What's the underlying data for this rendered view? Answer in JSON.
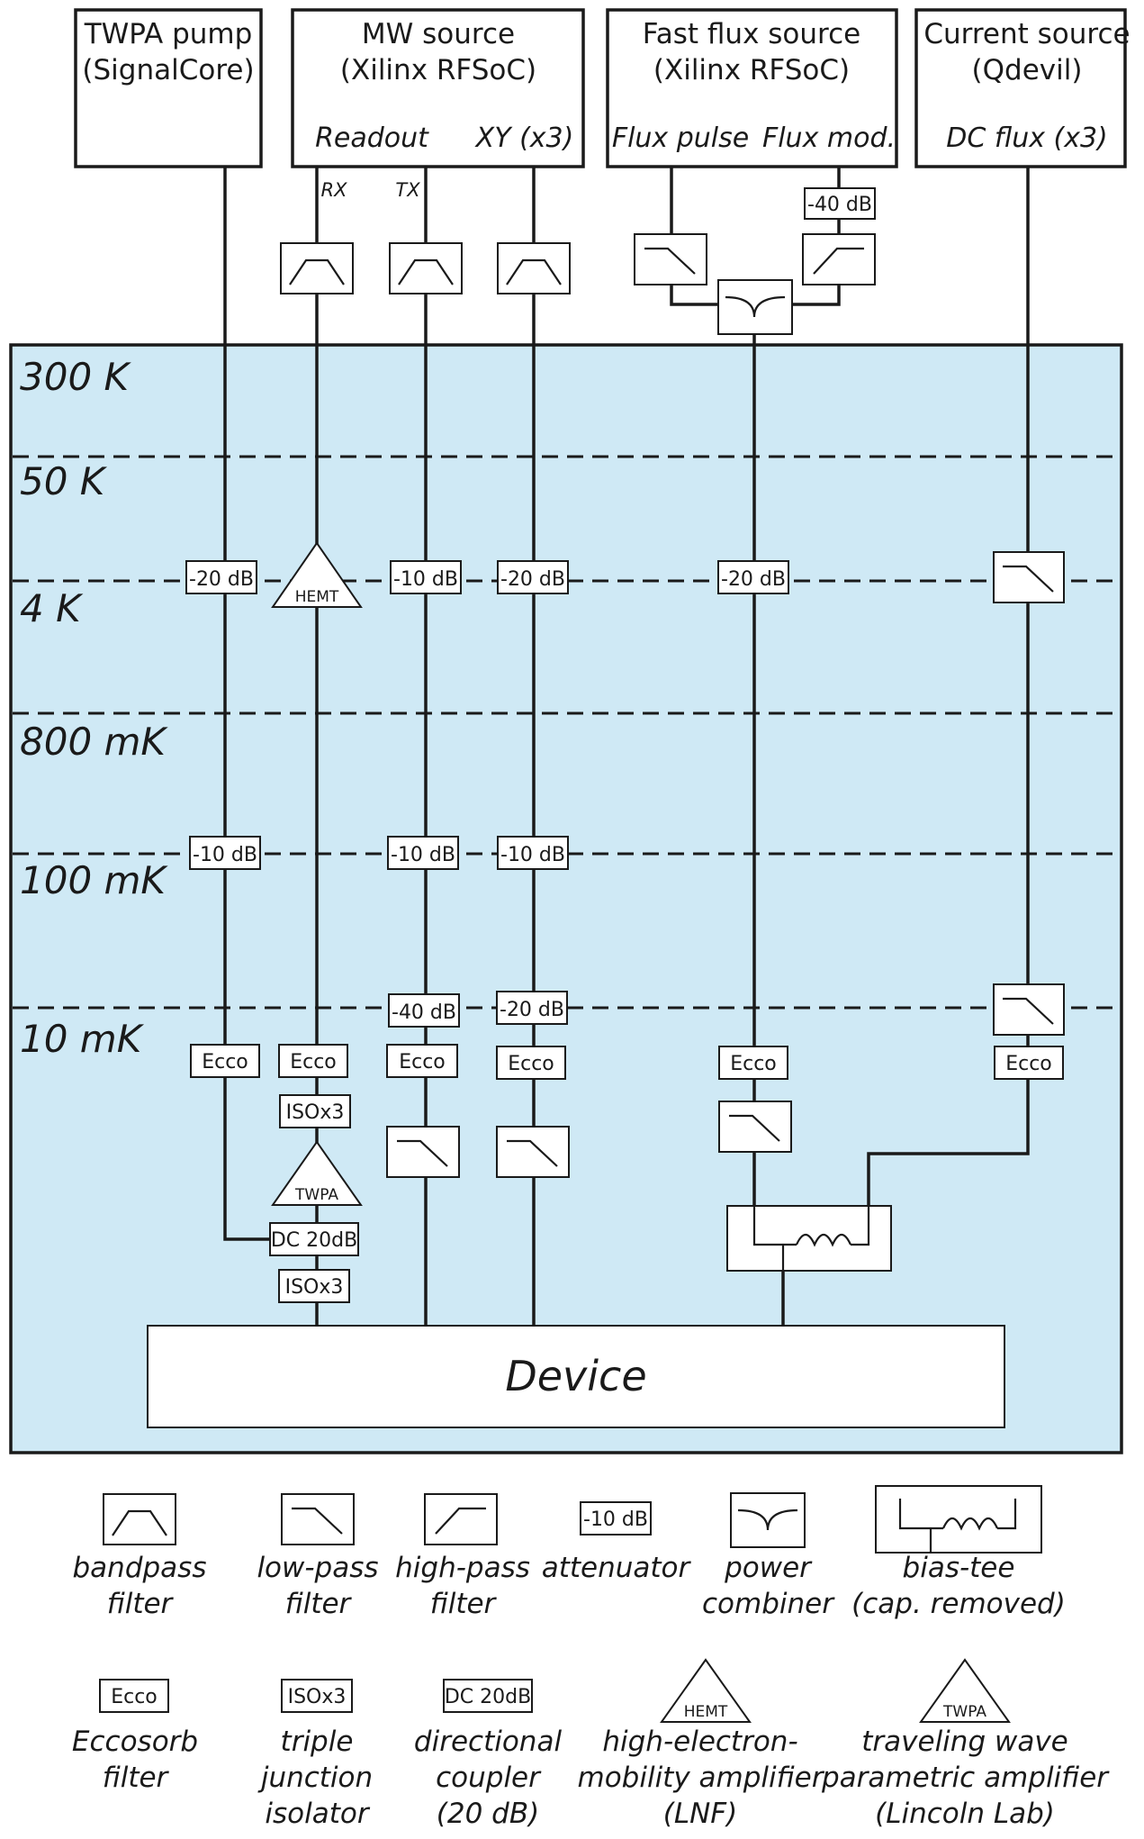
{
  "sources": [
    {
      "title1": "TWPA pump",
      "title2": "(SignalCore)",
      "sub1": "",
      "sub2": ""
    },
    {
      "title1": "MW source",
      "title2": "(Xilinx RFSoC)",
      "sub1": "Readout",
      "sub2": "XY (x3)"
    },
    {
      "title1": "Fast flux source",
      "title2": "(Xilinx RFSoC)",
      "sub1": "Flux pulse",
      "sub2": "Flux mod."
    },
    {
      "title1": "Current source",
      "title2": "(Qdevil)",
      "sub1": "DC flux (x3)",
      "sub2": ""
    }
  ],
  "io_labels": {
    "rx": "RX",
    "tx": "TX"
  },
  "flux_mod_atten": "-40 dB",
  "fridge": {
    "color": "#cfe9f5",
    "stages": [
      "300 K",
      "50 K",
      "4 K",
      "800 mK",
      "100 mK",
      "10 mK"
    ]
  },
  "components": {
    "pump_4k": "-20 dB",
    "tx_4k": "-10 dB",
    "xy_4k": "-20 dB",
    "flux_4k": "-20 dB",
    "pump_100mk": "-10 dB",
    "tx_100mk": "-10 dB",
    "xy_100mk": "-10 dB",
    "tx_10mk": "-40 dB",
    "xy_10mk": "-20 dB",
    "hemt": "HEMT",
    "twpa": "TWPA",
    "ecco": "Ecco",
    "iso": "ISOx3",
    "dc": "DC 20dB"
  },
  "device_label": "Device",
  "legend": [
    {
      "symbol": "bandpass-filter",
      "line1": "bandpass",
      "line2": "filter",
      "line3": ""
    },
    {
      "symbol": "low-pass-filter",
      "line1": "low-pass",
      "line2": "filter",
      "line3": ""
    },
    {
      "symbol": "high-pass-filter",
      "line1": "high-pass",
      "line2": "filter",
      "line3": ""
    },
    {
      "symbol": "attenuator",
      "box_text": "-10 dB",
      "line1": "attenuator",
      "line2": "",
      "line3": ""
    },
    {
      "symbol": "power-combiner",
      "line1": "power",
      "line2": "combiner",
      "line3": ""
    },
    {
      "symbol": "bias-tee",
      "line1": "bias-tee",
      "line2": "(cap. removed)",
      "line3": ""
    },
    {
      "symbol": "eccosorb-filter",
      "box_text": "Ecco",
      "line1": "Eccosorb",
      "line2": "filter",
      "line3": ""
    },
    {
      "symbol": "isolator",
      "box_text": "ISOx3",
      "line1": "triple",
      "line2": "junction",
      "line3": "isolator"
    },
    {
      "symbol": "directional-coupler",
      "box_text": "DC 20dB",
      "line1": "directional",
      "line2": "coupler",
      "line3": "(20 dB)"
    },
    {
      "symbol": "hemt-amplifier",
      "box_text": "HEMT",
      "line1": "high-electron-",
      "line2": "mobility amplifier",
      "line3": "(LNF)"
    },
    {
      "symbol": "twpa-amplifier",
      "box_text": "TWPA",
      "line1": "traveling wave",
      "line2": "parametric amplifier",
      "line3": "(Lincoln Lab)"
    }
  ]
}
